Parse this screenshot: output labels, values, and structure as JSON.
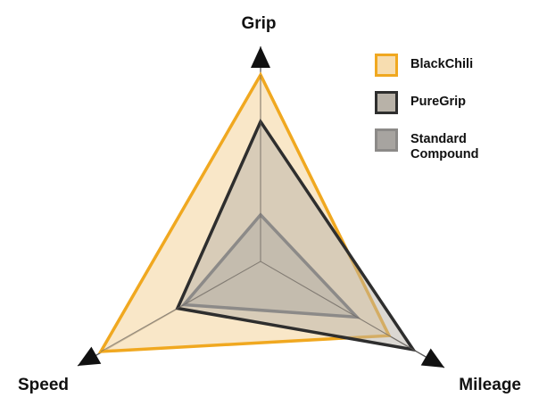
{
  "chart_data": {
    "type": "radar",
    "axes": [
      "Grip",
      "Speed",
      "Mileage"
    ],
    "rmax": 100,
    "series": [
      {
        "name": "BlackChili",
        "values": {
          "Grip": 100,
          "Speed": 100,
          "Mileage": 80
        },
        "stroke": "#f0a820",
        "fill": "#f7ddb0",
        "fill_opacity": 0.7
      },
      {
        "name": "PureGrip",
        "values": {
          "Grip": 75,
          "Speed": 52,
          "Mileage": 95
        },
        "stroke": "#2e2e2e",
        "fill": "#b8b2a8",
        "fill_opacity": 0.5
      },
      {
        "name": "Standard\nCompound",
        "values": {
          "Grip": 25,
          "Speed": 48,
          "Mileage": 60
        },
        "stroke": "#8c8a88",
        "fill": "#a7a4a0",
        "fill_opacity": 0.4
      }
    ],
    "legend_position": "top-right",
    "grid": false
  }
}
